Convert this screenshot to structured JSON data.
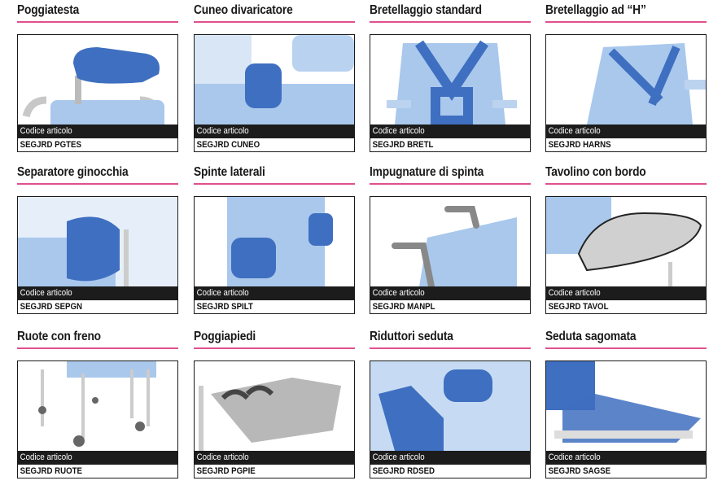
{
  "code_label": "Codice articolo",
  "colors": {
    "accent": "#e0508e",
    "seat": "#a9c8ec",
    "dark_blue": "#3f6fc0",
    "grey": "#c8c8c8"
  },
  "items": [
    {
      "title": "Poggiatesta",
      "code": "SEGJRD PGTES",
      "art": "headrest"
    },
    {
      "title": "Cuneo divaricatore",
      "code": "SEGJRD CUNEO",
      "art": "wedge"
    },
    {
      "title": "Bretellaggio standard",
      "code": "SEGJRD BRETL",
      "art": "harness"
    },
    {
      "title": "Bretellaggio ad “H”",
      "code": "SEGJRD HARNS",
      "art": "hharness"
    },
    {
      "title": "Separatore ginocchia",
      "code": "SEGJRD SEPGN",
      "art": "knee"
    },
    {
      "title": "Spinte laterali",
      "code": "SEGJRD SPILT",
      "art": "lateral"
    },
    {
      "title": "Impugnature di spinta",
      "code": "SEGJRD MANPL",
      "art": "handles"
    },
    {
      "title": "Tavolino con bordo",
      "code": "SEGJRD TAVOL",
      "art": "tray"
    },
    {
      "title": "Ruote con freno",
      "code": "SEGJRD RUOTE",
      "art": "wheels"
    },
    {
      "title": "Poggiapiedi",
      "code": "SEGJRD PGPIE",
      "art": "footrest"
    },
    {
      "title": "Riduttori seduta",
      "code": "SEGJRD RDSED",
      "art": "reducers"
    },
    {
      "title": "Seduta sagomata",
      "code": "SEGJRD SAGSE",
      "art": "seat"
    }
  ]
}
